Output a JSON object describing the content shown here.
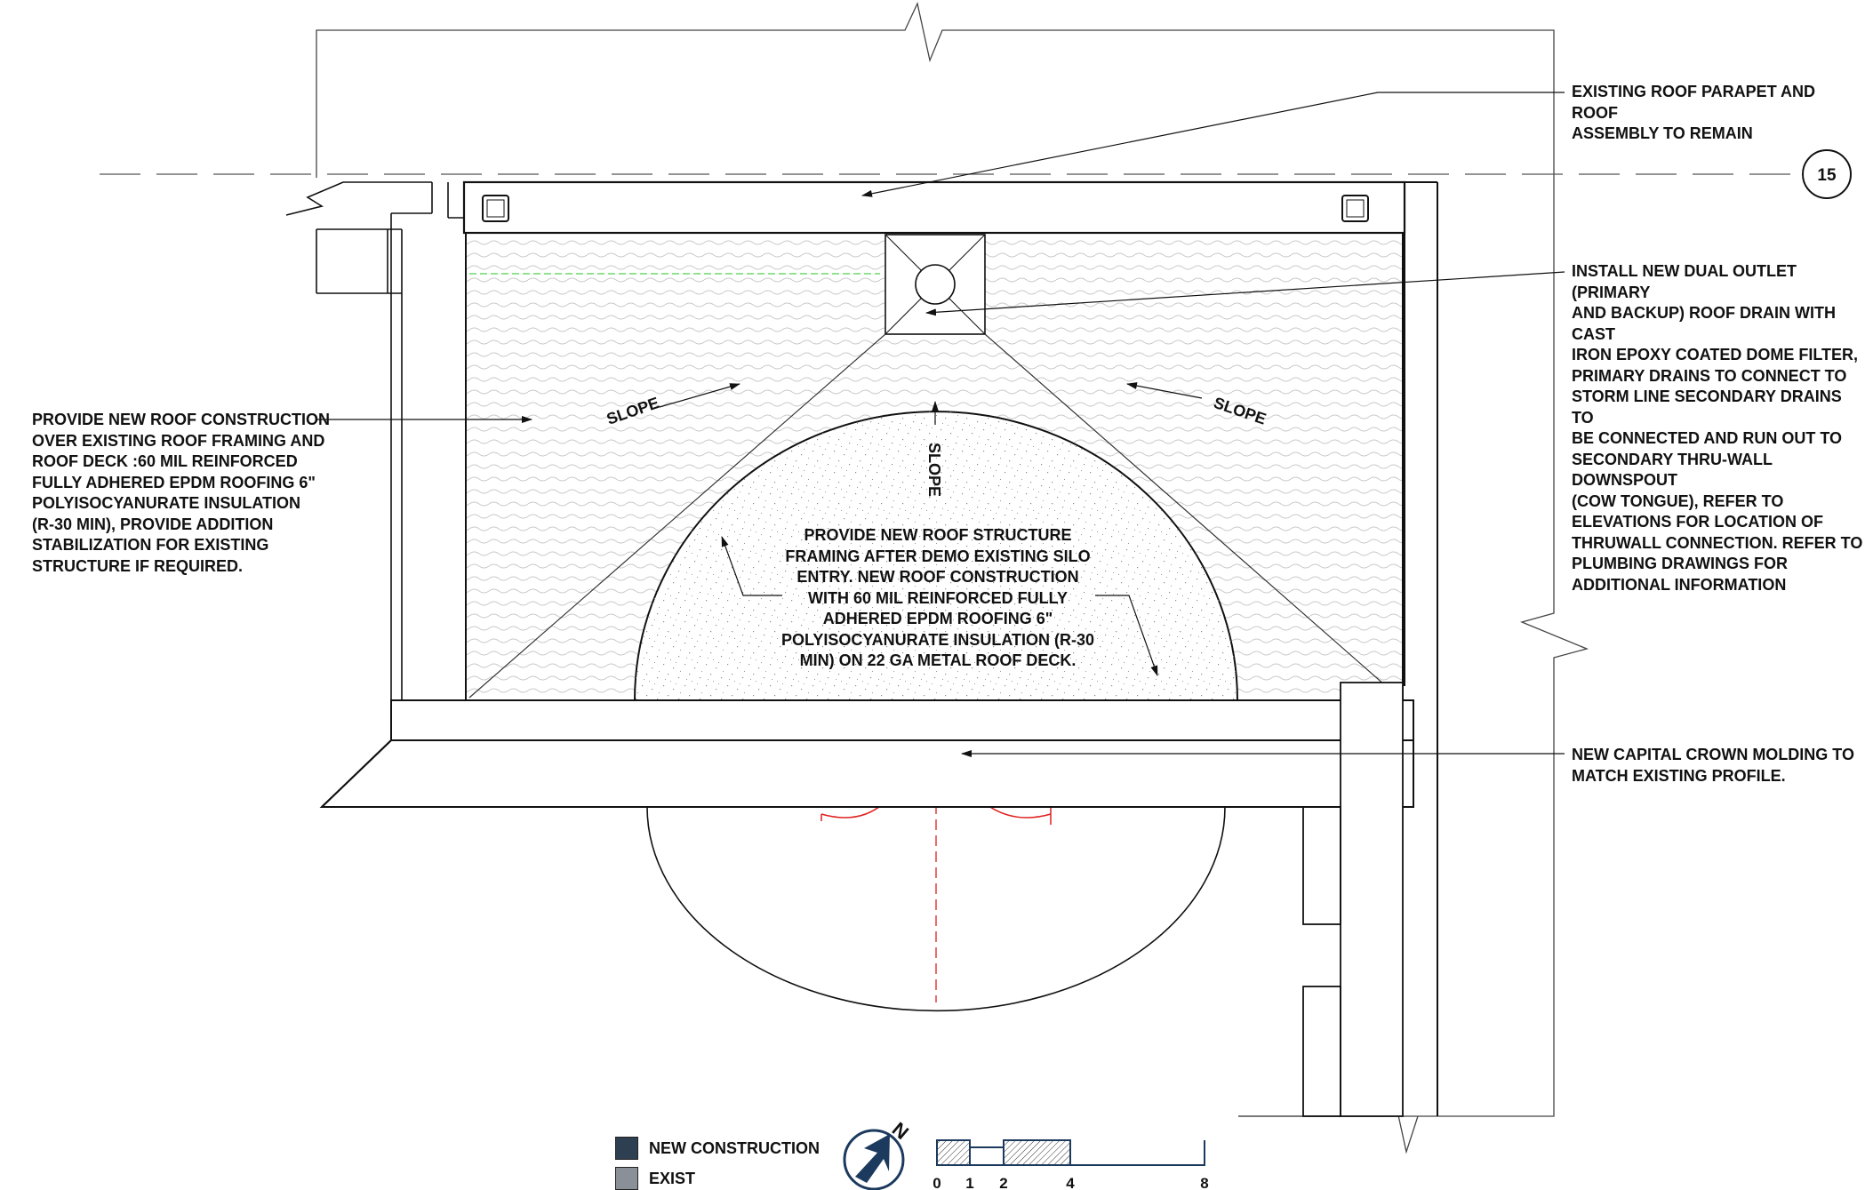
{
  "notes": {
    "existing_parapet": "EXISTING ROOF PARAPET AND ROOF\nASSEMBLY TO REMAIN",
    "roof_drain": "INSTALL NEW DUAL OUTLET (PRIMARY\nAND BACKUP) ROOF DRAIN WITH CAST\nIRON EPOXY COATED DOME FILTER,\nPRIMARY DRAINS TO CONNECT TO\nSTORM LINE SECONDARY DRAINS TO\nBE CONNECTED AND RUN OUT TO\nSECONDARY THRU-WALL DOWNSPOUT\n(COW TONGUE), REFER TO\nELEVATIONS FOR LOCATION OF\nTHRUWALL CONNECTION. REFER TO\nPLUMBING DRAWINGS FOR\nADDITIONAL INFORMATION",
    "new_roof_construction": "PROVIDE NEW ROOF CONSTRUCTION\nOVER EXISTING ROOF FRAMING AND\nROOF DECK  :60 MIL REINFORCED\nFULLY ADHERED EPDM ROOFING 6\"\nPOLYISOCYANURATE INSULATION\n(R-30 MIN), PROVIDE ADDITION\nSTABILIZATION FOR EXISTING\nSTRUCTURE IF REQUIRED.",
    "silo_structure": "PROVIDE NEW ROOF STRUCTURE\nFRAMING AFTER DEMO EXISTING SILO\nENTRY. NEW ROOF CONSTRUCTION\nWITH 60 MIL REINFORCED FULLY\nADHERED EPDM ROOFING 6\"\nPOLYISOCYANURATE INSULATION (R-30\nMIN) ON 22 GA METAL ROOF DECK.",
    "crown_molding": "NEW CAPITAL CROWN MOLDING TO\nMATCH EXISTING PROFILE."
  },
  "slope_labels": {
    "left": "SLOPE",
    "center": "SLOPE",
    "right": "SLOPE"
  },
  "grid_bubble": "15",
  "north_label": "N",
  "legend": {
    "new_construction": {
      "label": "NEW CONSTRUCTION",
      "color": "#2f3f52"
    },
    "exist": {
      "label": "EXIST",
      "color": "#8a9097"
    }
  },
  "scale_bar": {
    "ticks": [
      "0",
      "1",
      "2",
      "4",
      "8"
    ],
    "color": "#1c3a5e"
  },
  "colors": {
    "line": "#111111",
    "center_line": "#e02020",
    "green_line": "#22c422",
    "hatch": "#d6d6d6",
    "north_arrow": "#1c3a5e"
  }
}
